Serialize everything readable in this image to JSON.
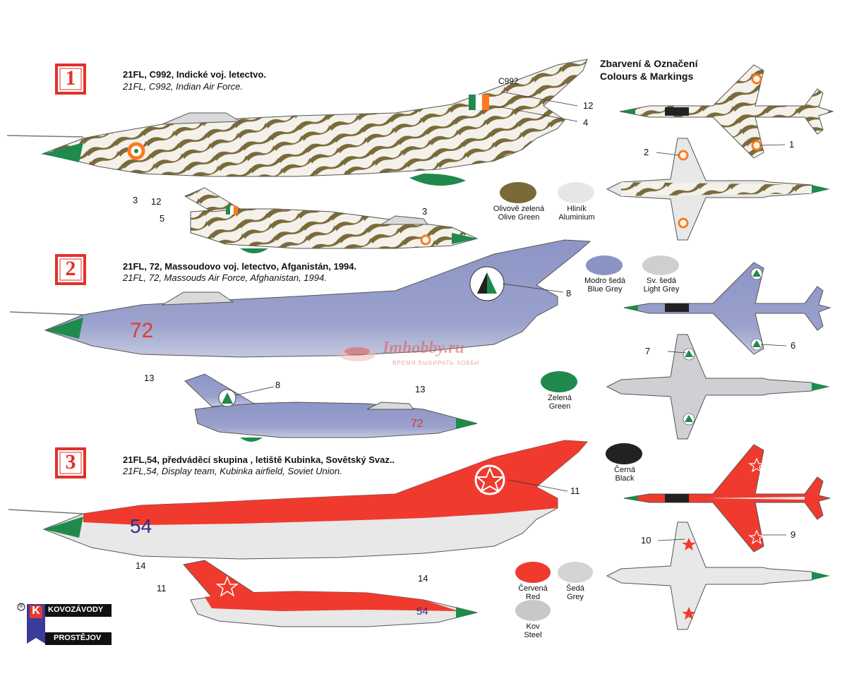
{
  "header": {
    "title_cs": "Zbarvení & Označení",
    "title_en": "Colours & Markings"
  },
  "schemes": [
    {
      "number": "1",
      "title_cs": "21FL, C992, Indické voj. letectvo.",
      "title_en": "21FL, C992, Indian Air Force.",
      "serial": "C992",
      "callouts": [
        "12",
        "4",
        "3",
        "12",
        "5",
        "3",
        "2",
        "1"
      ]
    },
    {
      "number": "2",
      "title_cs": "21FL, 72, Massoudovo voj. letectvo, Afganistán, 1994.",
      "title_en": "21FL, 72, Massouds Air Force, Afghanistan, 1994.",
      "serial": "72",
      "callouts": [
        "8",
        "13",
        "8",
        "13",
        "7",
        "6"
      ]
    },
    {
      "number": "3",
      "title_cs": "21FL,54, předváděcí skupina , letiště Kubinka, Sovětský Svaz..",
      "title_en": "21FL,54, Display team, Kubinka airfield, Soviet Union.",
      "serial": "54",
      "callouts": [
        "11",
        "14",
        "11",
        "14",
        "10",
        "9"
      ]
    }
  ],
  "colors": [
    {
      "cs": "Olivově zelená",
      "en": "Olive  Green",
      "hex": "#7a6a3a"
    },
    {
      "cs": "Hliník",
      "en": "Aluminium",
      "hex": "#e6e6e6"
    },
    {
      "cs": "Modro šedá",
      "en": "Blue Grey",
      "hex": "#8b93c4"
    },
    {
      "cs": "Sv. šedá",
      "en": "Light Grey",
      "hex": "#cfcfcf"
    },
    {
      "cs": "Zelená",
      "en": "Green",
      "hex": "#1f8a4c"
    },
    {
      "cs": "Černá",
      "en": "Black",
      "hex": "#222222"
    },
    {
      "cs": "Červená",
      "en": "Red",
      "hex": "#f03a2e"
    },
    {
      "cs": "Šedá",
      "en": "Grey",
      "hex": "#d4d4d4"
    },
    {
      "cs": "Kov",
      "en": "Steel",
      "hex": "#c8c8c8"
    }
  ],
  "watermark": {
    "site": "Imhobby.ru",
    "tagline": "ВРЕМЯ ВЫБИРАТЬ ХОББИ"
  },
  "brand": {
    "line1": "KOVOZÁVODY",
    "line2": "PROSTĚJOV",
    "mark": "K",
    "registered": "®"
  },
  "palette": {
    "olive": "#7a6a3a",
    "white": "#f3f1ea",
    "blue_grey": "#8b93c4",
    "light_grey": "#cfd0d4",
    "green": "#1f8a4c",
    "red": "#f03a2e",
    "black": "#222222",
    "badge_red": "#e0312b",
    "numeral_red": "#e23a2f",
    "numeral_navy": "#2b2f8f"
  }
}
